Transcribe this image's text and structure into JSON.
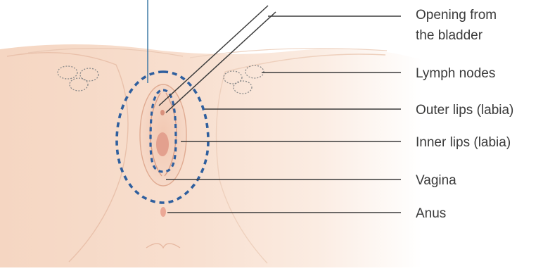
{
  "labels": {
    "opening_line1": "Opening from",
    "opening_line2": "the bladder",
    "lymph_nodes": "Lymph nodes",
    "outer_lips": "Outer lips (labia)",
    "inner_lips": "Inner lips (labia)",
    "vagina": "Vagina",
    "anus": "Anus"
  },
  "colors": {
    "skin": "#f6dccb",
    "skin_outline": "#e7b9a0",
    "dashed_outline": "#2f5f9e",
    "leader_line": "#3b3b3b",
    "top_marker_line": "#3f7aa6",
    "label_text": "#3a3a3a",
    "vaginal_opening": "#e3a08e"
  },
  "icons": {
    "lymph_nodes": "dotted-ellipse-cluster"
  }
}
